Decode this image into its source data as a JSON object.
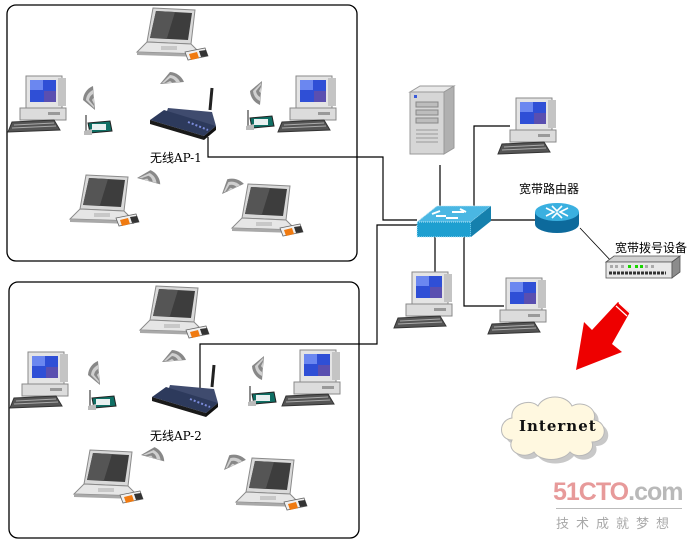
{
  "diagram": {
    "type": "network-topology",
    "groups": [
      {
        "id": "wireless-group-1",
        "ap_label": "无线AP-1",
        "clients": [
          "laptop",
          "desktop",
          "desktop",
          "laptop",
          "laptop"
        ]
      },
      {
        "id": "wireless-group-2",
        "ap_label": "无线AP-2",
        "clients": [
          "laptop",
          "desktop",
          "desktop",
          "laptop",
          "laptop"
        ]
      }
    ],
    "core": {
      "switch": "switch",
      "server": "server",
      "wired_pcs": 3
    },
    "router_label": "宽带路由器",
    "modem_label": "宽带拨号设备",
    "internet_label": "Internet",
    "connections": [
      [
        "无线AP-1",
        "switch"
      ],
      [
        "无线AP-2",
        "switch"
      ],
      [
        "server",
        "switch"
      ],
      [
        "pc-top",
        "switch"
      ],
      [
        "pc-bottom-left",
        "switch"
      ],
      [
        "pc-bottom-right",
        "switch"
      ],
      [
        "switch",
        "宽带路由器"
      ],
      [
        "宽带路由器",
        "宽带拨号设备"
      ],
      [
        "宽带拨号设备",
        "Internet"
      ]
    ]
  },
  "watermark": {
    "brand_a": "51CTO",
    "brand_b": ".com",
    "slogan": "技术成就梦想"
  },
  "colors": {
    "switch": "#1e9fd0",
    "router": "#1a8fc4",
    "arrow": "#ee0000",
    "screen": "#3a5bd9",
    "ap_body": "#2d3a5c",
    "watermark_brand": "#e79a9a"
  }
}
